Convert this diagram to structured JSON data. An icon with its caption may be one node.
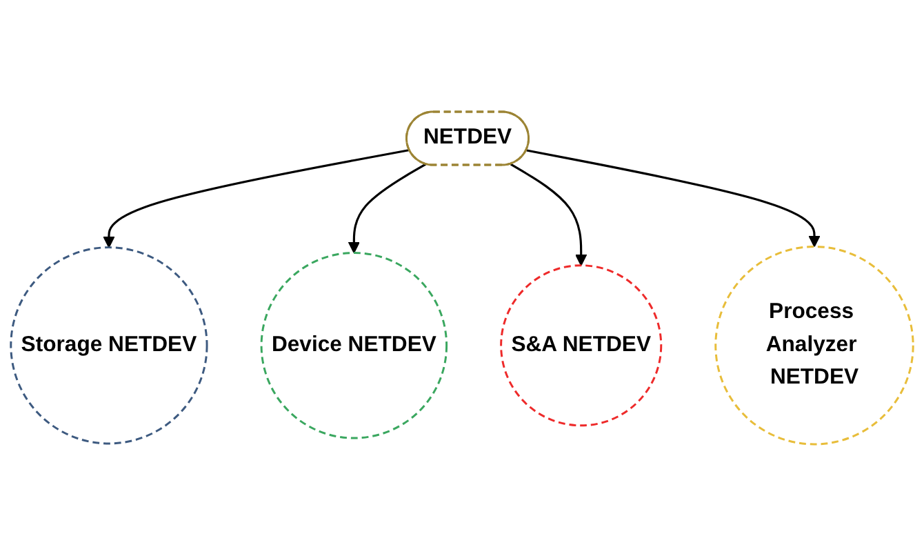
{
  "diagram": {
    "nodes": [
      {
        "text": [
          "NETDEV"
        ]
      },
      {
        "text": [
          "Storage NETDEV"
        ]
      },
      {
        "text": [
          "Device NETDEV"
        ]
      },
      {
        "text": [
          "S&A NETDEV"
        ]
      },
      {
        "text": [
          "Process Analyzer NETDEV"
        ]
      }
    ],
    "edges": [
      {
        "from": 0,
        "to": 1,
        "arrow": "to"
      },
      {
        "from": 0,
        "to": 2,
        "arrow": "to"
      },
      {
        "from": 0,
        "to": 3,
        "arrow": "to"
      },
      {
        "from": 0,
        "to": 4,
        "arrow": "to"
      }
    ]
  }
}
